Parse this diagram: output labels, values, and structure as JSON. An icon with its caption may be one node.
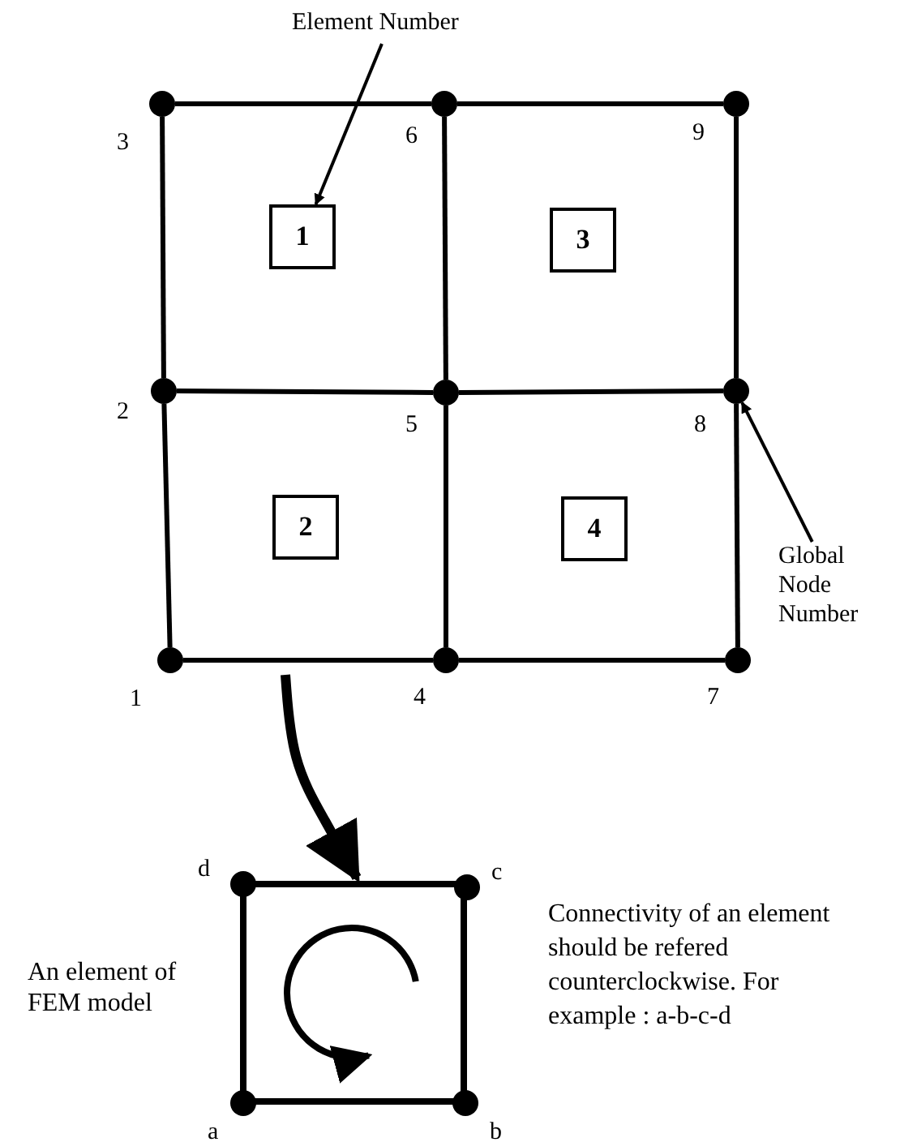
{
  "diagram": {
    "nodes": [
      {
        "text": [
          "Element Number"
        ]
      },
      {
        "text": [],
        "shape": "circle",
        "beside": [
          "3"
        ]
      },
      {
        "text": [],
        "shape": "circle",
        "beside": [
          "6"
        ]
      },
      {
        "text": [],
        "shape": "circle",
        "beside": [
          "9"
        ]
      },
      {
        "text": [
          "1"
        ]
      },
      {
        "text": [
          "3"
        ]
      },
      {
        "text": [],
        "shape": "circle",
        "beside": [
          "2"
        ]
      },
      {
        "text": [],
        "shape": "circle",
        "beside": [
          "5"
        ]
      },
      {
        "text": [],
        "shape": "circle",
        "beside": [
          "8"
        ]
      },
      {
        "text": [
          "2"
        ]
      },
      {
        "text": [
          "4"
        ]
      },
      {
        "text": [
          "Global Node Number"
        ]
      },
      {
        "text": [],
        "shape": "circle",
        "beside": [
          "1"
        ]
      },
      {
        "text": [],
        "shape": "circle",
        "beside": [
          "4"
        ]
      },
      {
        "text": [],
        "shape": "circle",
        "beside": [
          "7"
        ]
      },
      {
        "text": [],
        "shape": "box",
        "beside": [
          "An element of FEM model"
        ]
      },
      {
        "text": [],
        "shape": "circle",
        "beside": [
          "d"
        ]
      },
      {
        "text": [],
        "shape": "circle",
        "beside": [
          "c"
        ]
      },
      {
        "text": [],
        "shape": "circle",
        "beside": [
          "a"
        ]
      },
      {
        "text": [],
        "shape": "circle",
        "beside": [
          "b"
        ]
      }
    ],
    "edges": [
      {
        "from": 1,
        "to": 2,
        "arrow": "none"
      },
      {
        "from": 2,
        "to": 3,
        "arrow": "none"
      },
      {
        "from": 6,
        "to": 7,
        "arrow": "none"
      },
      {
        "from": 7,
        "to": 8,
        "arrow": "none"
      },
      {
        "from": 12,
        "to": 13,
        "arrow": "none"
      },
      {
        "from": 13,
        "to": 14,
        "arrow": "none"
      },
      {
        "from": 1,
        "to": 6,
        "arrow": "none"
      },
      {
        "from": 6,
        "to": 12,
        "arrow": "none"
      },
      {
        "from": 2,
        "to": 7,
        "arrow": "none"
      },
      {
        "from": 7,
        "to": 13,
        "arrow": "none"
      },
      {
        "from": 3,
        "to": 8,
        "arrow": "none"
      },
      {
        "from": 8,
        "to": 14,
        "arrow": "none"
      },
      {
        "from": 0,
        "to": 4,
        "arrow": "to"
      },
      {
        "from": 11,
        "to": 8,
        "arrow": "to"
      },
      {
        "from": null,
        "to": 15,
        "arrow": "to",
        "style": "thick"
      }
    ],
    "labels": [
      "Connectivity of an element should be refered counterclockwise. For example : a-b-c-d"
    ]
  }
}
